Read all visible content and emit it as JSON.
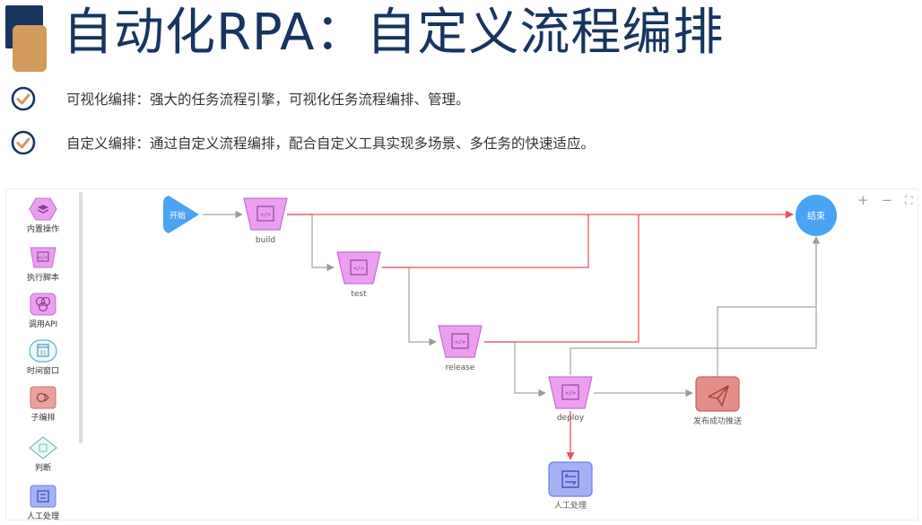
{
  "title": "自动化RPA：自定义流程编排",
  "bullets": [
    "可视化编排：强大的任务流程引擎，可视化任务流程编排、管理。",
    "自定义编排：通过自定义流程编排，配合自定义工具实现多场景、多任务的快速适应。"
  ],
  "palette": [
    {
      "label": "内置操作",
      "icon": "layers-icon"
    },
    {
      "label": "执行脚本",
      "icon": "script-icon"
    },
    {
      "label": "调用API",
      "icon": "api-icon"
    },
    {
      "label": "时间窗口",
      "icon": "calendar-icon"
    },
    {
      "label": "子编排",
      "icon": "sub-flow-icon"
    },
    {
      "label": "判断",
      "icon": "diamond-icon"
    },
    {
      "label": "人工处理",
      "icon": "manual-icon"
    }
  ],
  "flow": {
    "start": "开始",
    "end": "结束",
    "nodes": {
      "build": "build",
      "test": "test",
      "release": "release",
      "deploy": "deploy",
      "notify": "发布成功推送",
      "manual": "人工处理"
    }
  },
  "toolbar": {
    "zoom_in": "+",
    "zoom_out": "−",
    "fullscreen": "⛶"
  },
  "colors": {
    "navy": "#17355e",
    "gold": "#d49a5c",
    "node_pink": "#ec9ff0",
    "node_pink_border": "#c46fd0",
    "end_blue": "#4aa3f3",
    "red_edge": "#e8505b",
    "gray_edge": "#9a9a9a",
    "notify_red": "#e38e8a",
    "manual_blue": "#a6b1f5"
  }
}
